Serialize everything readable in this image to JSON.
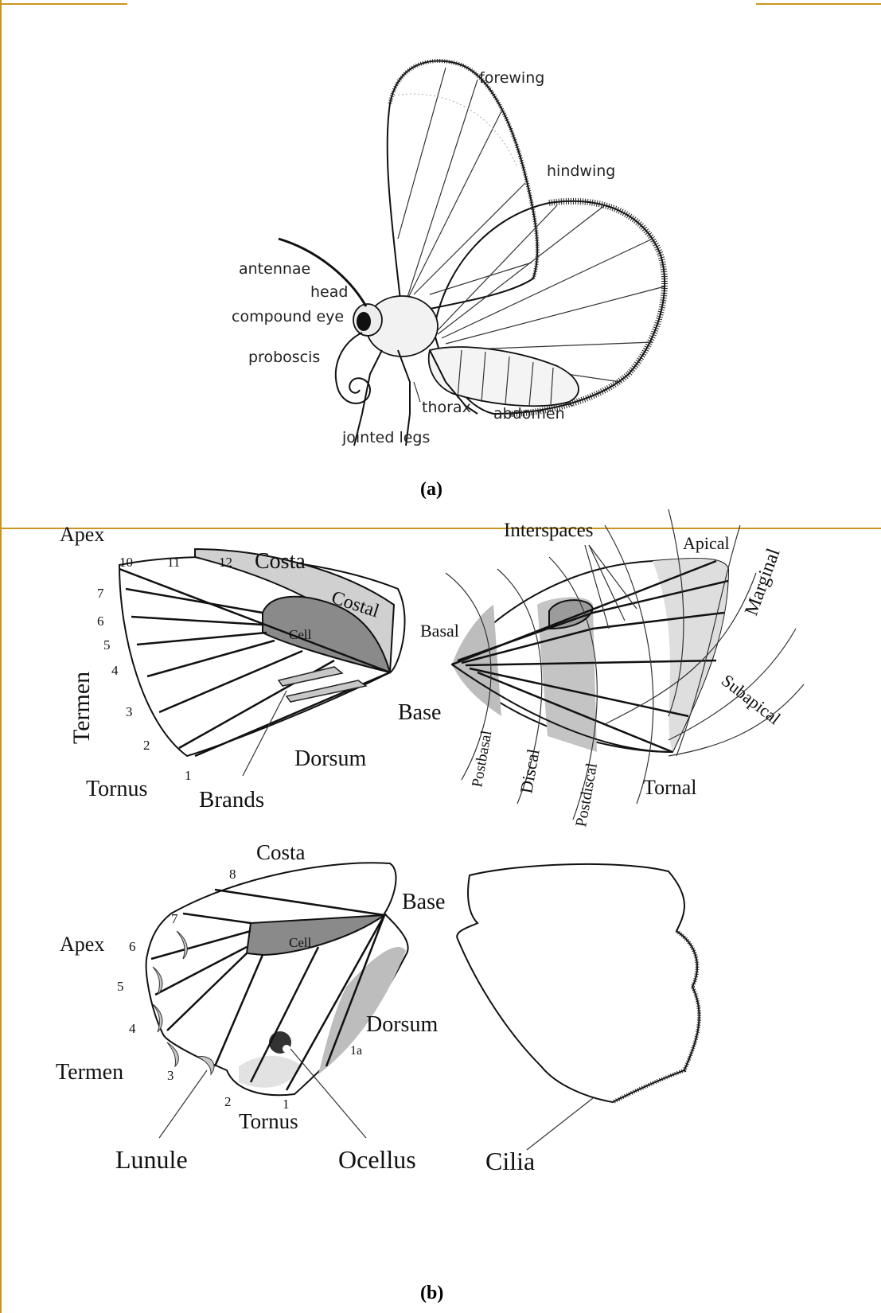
{
  "panel_a": {
    "caption": "(a)",
    "labels": {
      "forewing": "forewing",
      "hindwing": "hindwing",
      "antennae": "antennae",
      "head": "head",
      "compound_eye": "compound eye",
      "proboscis": "proboscis",
      "thorax": "thorax",
      "abdomen": "abdomen",
      "jointed_legs": "jointed legs"
    }
  },
  "panel_b": {
    "caption": "(b)",
    "forewing_left": {
      "apex": "Apex",
      "costa": "Costa",
      "costal": "Costal",
      "cell": "Cell",
      "termen": "Termen",
      "base": "Base",
      "tornus": "Tornus",
      "dorsum": "Dorsum",
      "brands": "Brands",
      "vein_numbers": [
        "10",
        "11",
        "12",
        "7",
        "6",
        "5",
        "4",
        "3",
        "2",
        "1"
      ]
    },
    "forewing_right": {
      "interspaces": "Interspaces",
      "apical": "Apical",
      "marginal": "Marginal",
      "basal": "Basal",
      "subapical": "Subapical",
      "postbasal": "Postbasal",
      "discal": "Discal",
      "postdiscal": "Postdiscal",
      "tornal": "Tornal"
    },
    "hindwing_left": {
      "costa": "Costa",
      "base": "Base",
      "apex": "Apex",
      "cell": "Cell",
      "dorsum": "Dorsum",
      "termen": "Termen",
      "tornus": "Tornus",
      "lunule": "Lunule",
      "ocellus": "Ocellus",
      "vein_numbers": [
        "8",
        "7",
        "6",
        "5",
        "4",
        "3",
        "2",
        "1",
        "1a"
      ]
    },
    "hindwing_right": {
      "cilia": "Cilia"
    }
  }
}
